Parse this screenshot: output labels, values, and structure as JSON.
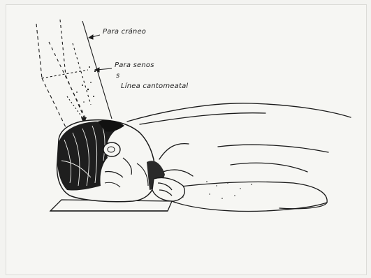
{
  "figure": {
    "labels": {
      "cranium": "Para cráneo",
      "sinuses": "Para senos",
      "sinuses_marker": "s",
      "line": "Línea cantomeatal"
    },
    "colors": {
      "ink": "#1a1a1a",
      "paper": "#f6f6f3",
      "shadow": "#111111"
    }
  }
}
